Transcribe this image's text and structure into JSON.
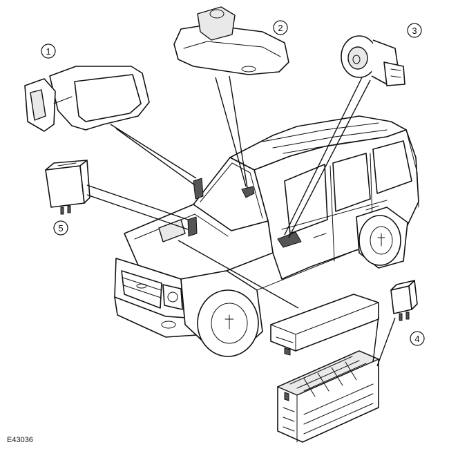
{
  "callouts": [
    {
      "id": "1",
      "label": "1"
    },
    {
      "id": "2",
      "label": "2"
    },
    {
      "id": "3",
      "label": "3"
    },
    {
      "id": "4",
      "label": "4"
    },
    {
      "id": "5",
      "label": "5"
    }
  ],
  "figure_ref": "E43036"
}
